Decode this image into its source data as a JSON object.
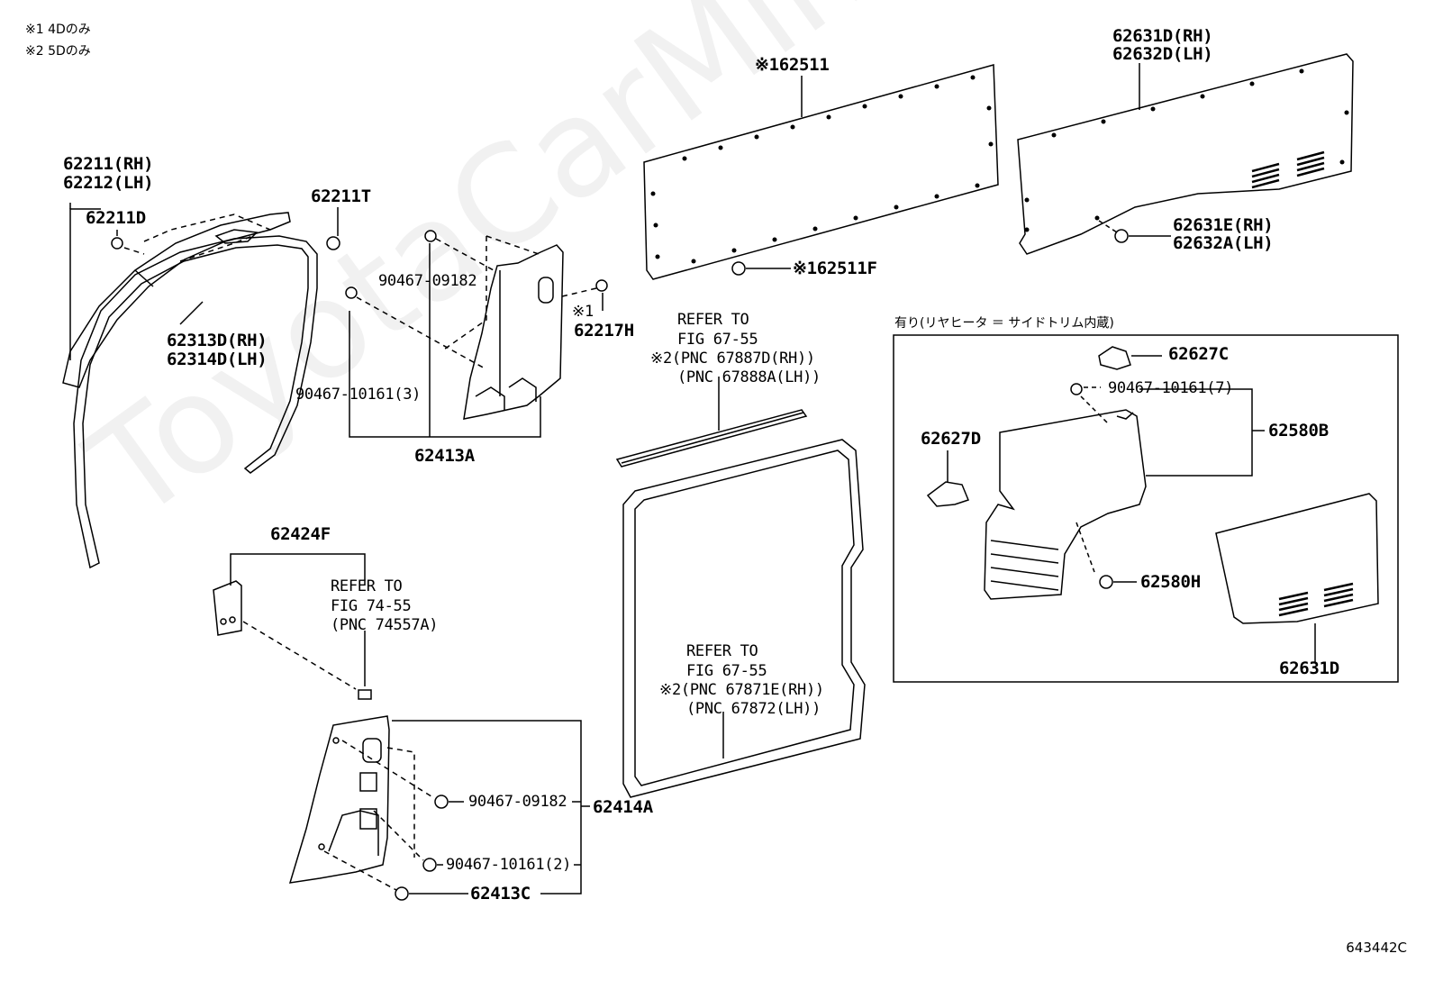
{
  "notes": {
    "n1": "※1 4Dのみ",
    "n2": "※2 5Dのみ"
  },
  "watermark": "ToyotaCarMine.ru",
  "figure_code": "643442C",
  "box_heading": "有り(リヤヒータ ＝ サイドトリム内蔵)",
  "labels": {
    "p62211": "62211(RH)",
    "p62212": "62212(LH)",
    "p62211D": "62211D",
    "p62211T": "62211T",
    "p62313D": "62313D(RH)",
    "p62314D": "62314D(LH)",
    "p90467_09182_a": "90467-09182",
    "p90467_10161_3": "90467-10161(3)",
    "p62413A": "62413A",
    "p62217H_mark": "※1",
    "p62217H": "62217H",
    "p62511": "※162511",
    "p62511F": "※162511F",
    "p62631D_RH": "62631D(RH)",
    "p62632D_LH": "62632D(LH)",
    "p62631E": "62631E(RH)",
    "p62632A": "62632A(LH)",
    "ref1_a": "REFER TO",
    "ref1_b": "FIG 67-55",
    "ref1_c": "※2(PNC 67887D(RH))",
    "ref1_d": "(PNC 67888A(LH))",
    "p62627C": "62627C",
    "p90467_10161_7": "90467-10161(7)",
    "p62580B": "62580B",
    "p62627D": "62627D",
    "p62580H": "62580H",
    "p62631D_b": "62631D",
    "p62424F": "62424F",
    "ref2_a": "REFER TO",
    "ref2_b": "FIG 74-55",
    "ref2_c": "(PNC 74557A)",
    "ref3_a": "REFER TO",
    "ref3_b": "FIG 67-55",
    "ref3_c": "※2(PNC 67871E(RH))",
    "ref3_d": "(PNC 67872(LH))",
    "p90467_09182_b": "90467-09182",
    "p62414A": "62414A",
    "p90467_10161_2": "90467-10161(2)",
    "p62413C": "62413C"
  }
}
